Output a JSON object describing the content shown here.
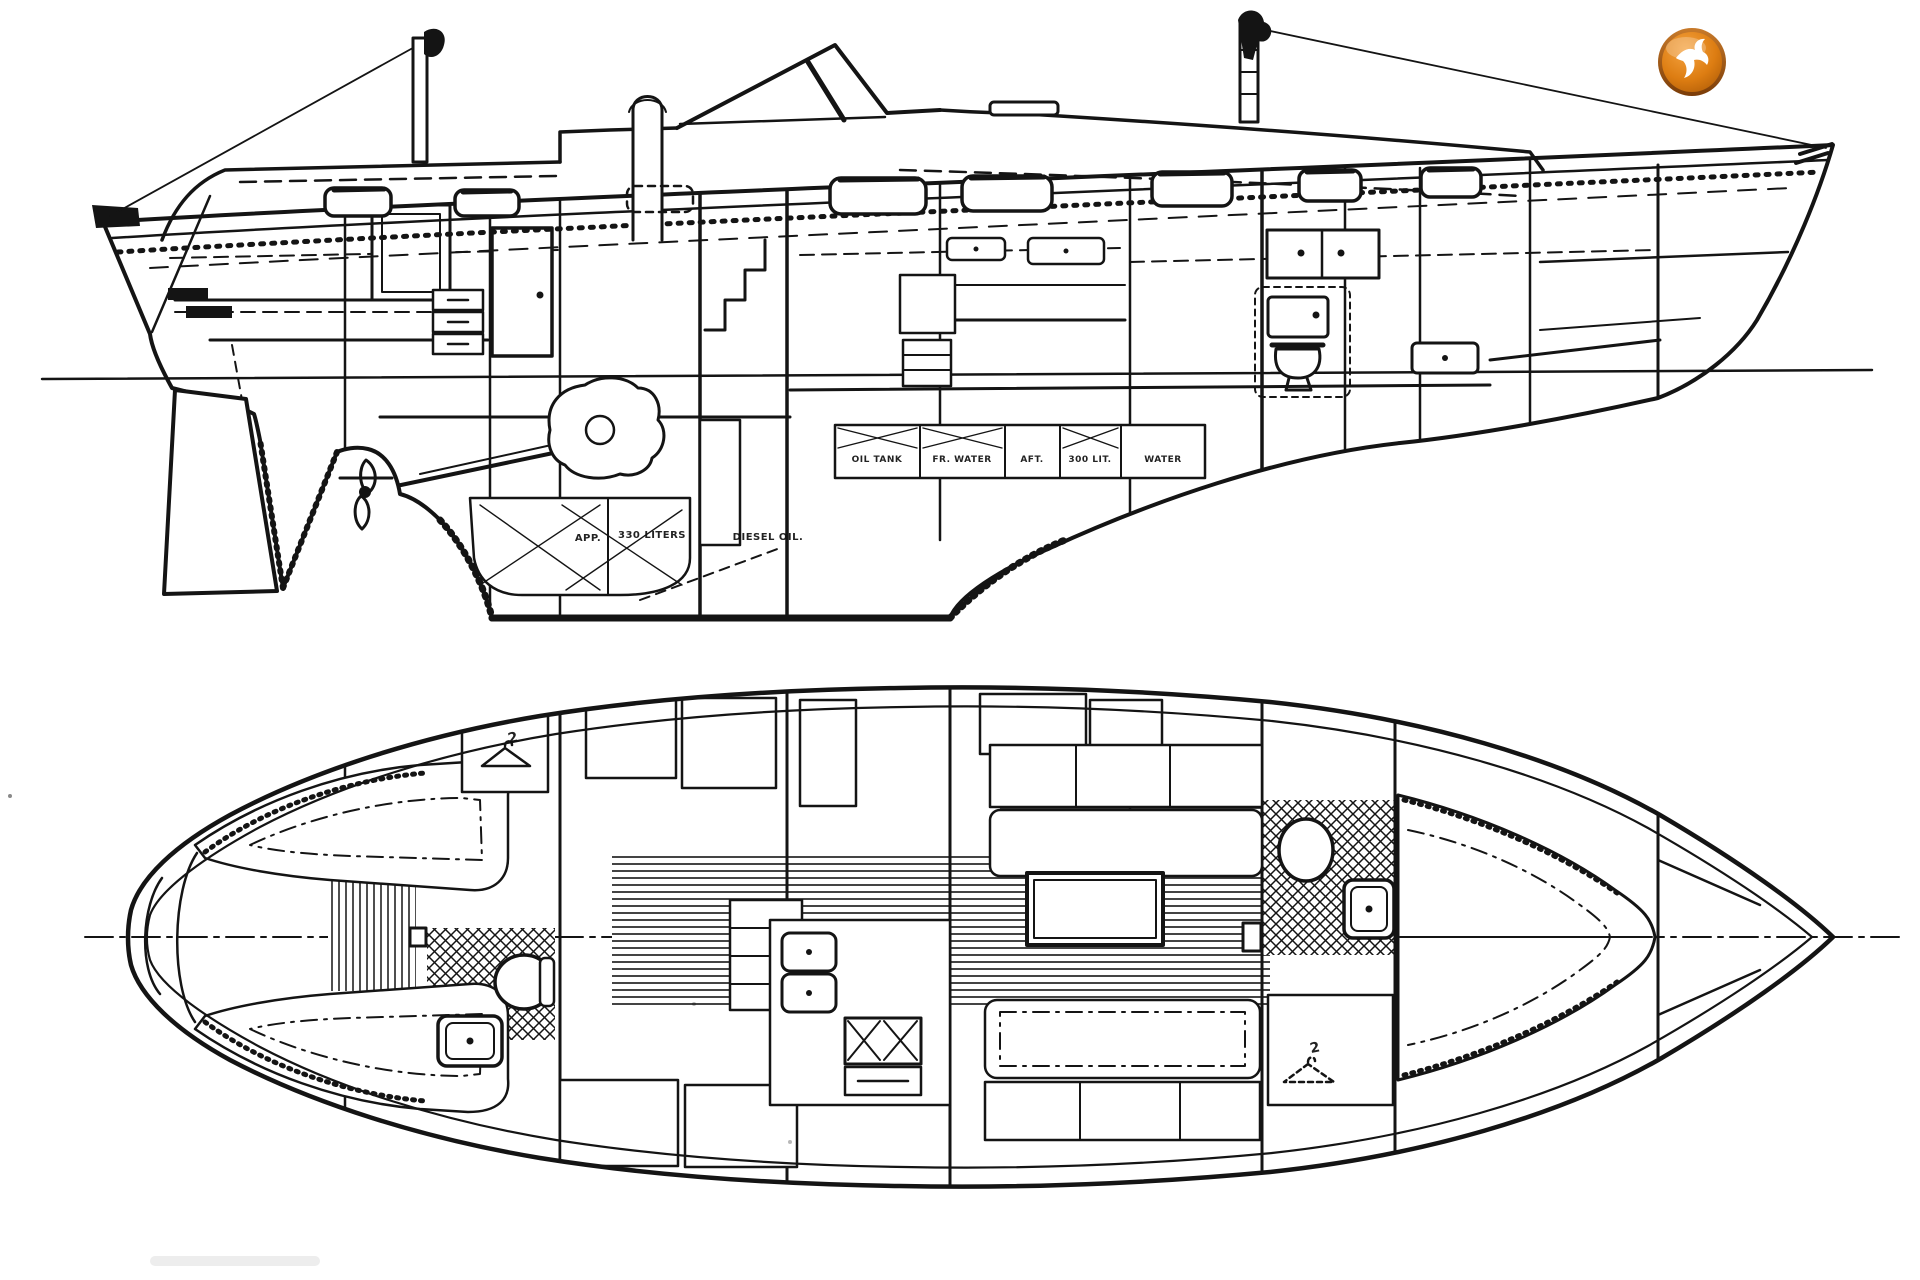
{
  "page": {
    "background": "#ffffff"
  },
  "drawing": {
    "subject": "sailing-yacht general arrangement blueprint",
    "ink_color": "#141414",
    "views": {
      "top": "profile elevation",
      "bottom": "deck / accommodation plan"
    },
    "labels": {
      "keel_tank": {
        "part1": "APP.",
        "part2": "330 LITERS",
        "part3": "DIESEL OIL."
      },
      "bilge_tanks": [
        "OIL TANK",
        "FR. WATER",
        "AFT.",
        "300 LIT.",
        "WATER"
      ],
      "wardrobe_aft_count": "2",
      "wardrobe_fwd_count": "2"
    }
  },
  "logo": {
    "name": "yacht-broker watermark",
    "ring_color": "#8a4a14",
    "body_color_top": "#f09a33",
    "body_color_bottom": "#b55e0c",
    "bird_color": "#ffffff"
  }
}
